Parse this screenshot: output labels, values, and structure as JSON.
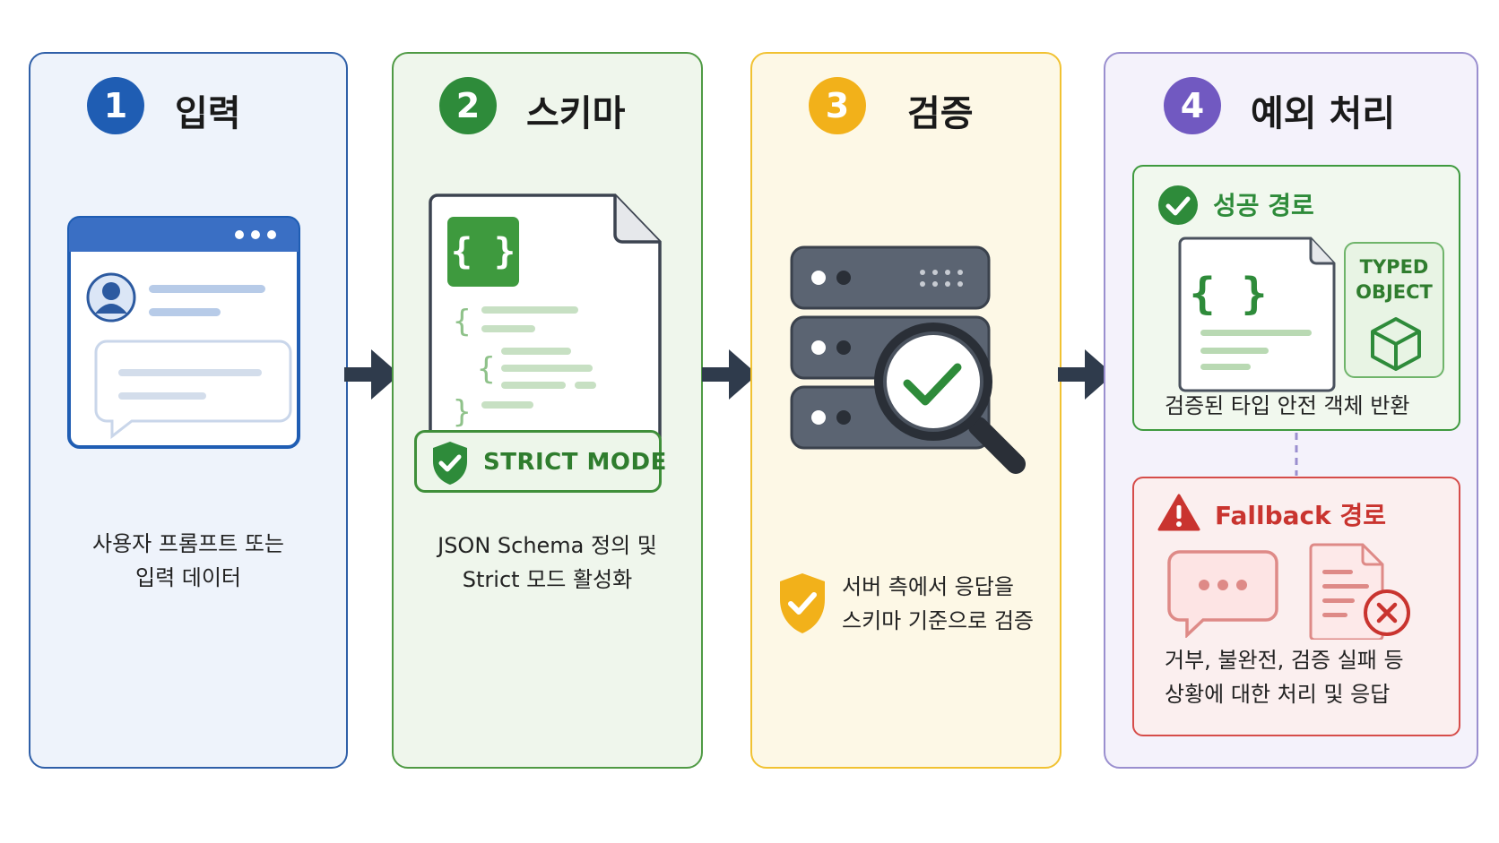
{
  "steps": [
    {
      "number": "1",
      "title": "입력",
      "description": [
        "사용자 프롬프트 또는",
        "입력 데이터"
      ],
      "color": "#1f5db3"
    },
    {
      "number": "2",
      "title": "스키마",
      "description": [
        "JSON Schema 정의 및",
        "Strict 모드 활성화"
      ],
      "badge": "STRICT MODE",
      "color": "#2e8b3a"
    },
    {
      "number": "3",
      "title": "검증",
      "description": [
        "서버 측에서 응답을",
        "스키마 기준으로 검증"
      ],
      "color": "#f2b11a"
    },
    {
      "number": "4",
      "title": "예외 처리",
      "color": "#7159c1"
    }
  ],
  "success": {
    "title": "성공 경로",
    "typed_object": [
      "TYPED",
      "OBJECT"
    ],
    "description": "검증된 타입 안전 객체 반환"
  },
  "fallback": {
    "title": "Fallback 경로",
    "description": [
      "거부, 불완전, 검증 실패 등",
      "상황에 대한 처리 및 응답"
    ]
  },
  "icons": {
    "browser": "browser-window-icon",
    "user": "user-avatar-icon",
    "chat": "chat-bubble-icon",
    "json_doc": "json-document-icon",
    "shield": "shield-check-icon",
    "server": "server-stack-icon",
    "magnifier": "magnifier-check-icon",
    "cube": "cube-icon",
    "warning": "warning-icon",
    "error_doc": "document-error-icon"
  },
  "colors": {
    "blue": "#1f5db3",
    "green": "#2e8b3a",
    "yellow": "#f2b11a",
    "purple": "#7159c1",
    "red": "#c9342f",
    "arrow": "#2f3b4c"
  }
}
